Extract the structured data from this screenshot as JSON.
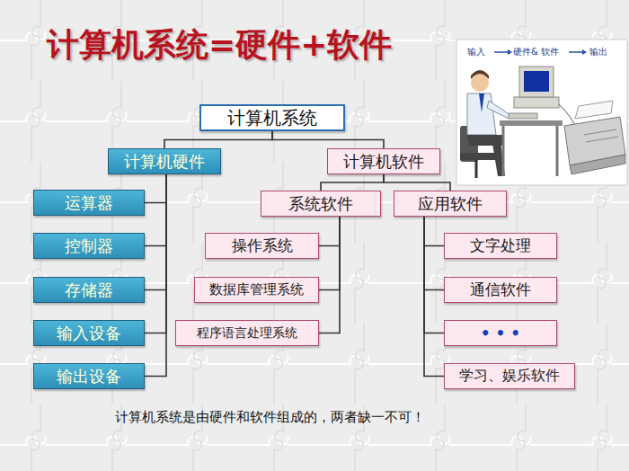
{
  "diagram": {
    "title": "计算机系统=硬件+软件",
    "caption": "计算机系统是由硬件和软件组成的，两者缺一不可！",
    "nodes": [
      {
        "text": [
          "计算机系统"
        ]
      },
      {
        "text": [
          "计算机硬件"
        ]
      },
      {
        "text": [
          "计算机软件"
        ]
      },
      {
        "text": [
          "系统软件"
        ]
      },
      {
        "text": [
          "应用软件"
        ]
      },
      {
        "text": [
          "运算器"
        ]
      },
      {
        "text": [
          "控制器"
        ]
      },
      {
        "text": [
          "存储器"
        ]
      },
      {
        "text": [
          "输入设备"
        ]
      },
      {
        "text": [
          "输出设备"
        ]
      },
      {
        "text": [
          "操作系统"
        ]
      },
      {
        "text": [
          "数据库管理系统"
        ]
      },
      {
        "text": [
          "程序语言处理系统"
        ]
      },
      {
        "text": [
          "文字处理"
        ]
      },
      {
        "text": [
          "通信软件"
        ]
      },
      {
        "text": [
          "• • •"
        ]
      },
      {
        "text": [
          "学习、娱乐软件"
        ]
      }
    ],
    "edges": [
      {
        "from": 0,
        "to": 1,
        "arrow": "none"
      },
      {
        "from": 0,
        "to": 2,
        "arrow": "none"
      },
      {
        "from": 1,
        "to": 5,
        "arrow": "none"
      },
      {
        "from": 1,
        "to": 6,
        "arrow": "none"
      },
      {
        "from": 1,
        "to": 7,
        "arrow": "none"
      },
      {
        "from": 1,
        "to": 8,
        "arrow": "none"
      },
      {
        "from": 1,
        "to": 9,
        "arrow": "none"
      },
      {
        "from": 2,
        "to": 3,
        "arrow": "none"
      },
      {
        "from": 2,
        "to": 4,
        "arrow": "none"
      },
      {
        "from": 3,
        "to": 10,
        "arrow": "none"
      },
      {
        "from": 3,
        "to": 11,
        "arrow": "none"
      },
      {
        "from": 3,
        "to": 12,
        "arrow": "none"
      },
      {
        "from": 4,
        "to": 13,
        "arrow": "none"
      },
      {
        "from": 4,
        "to": 14,
        "arrow": "none"
      },
      {
        "from": 4,
        "to": 15,
        "arrow": "none"
      },
      {
        "from": 4,
        "to": 16,
        "arrow": "none"
      }
    ],
    "labels": [
      "输入",
      "硬件& 软件",
      "输出"
    ]
  }
}
